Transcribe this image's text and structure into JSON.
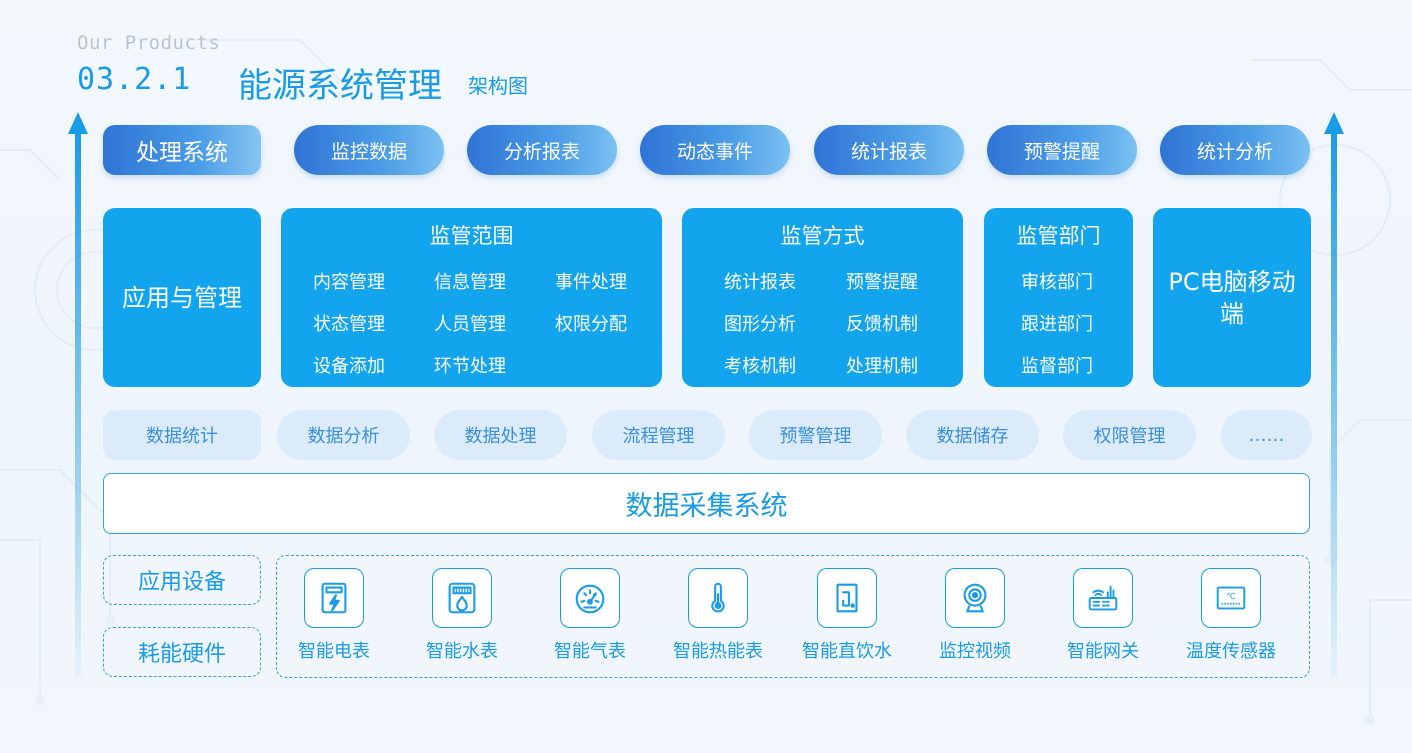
{
  "header": {
    "subtitle": "Our Products",
    "number": "03.2.1",
    "title": "能源系统管理",
    "tag": "架构图"
  },
  "row1": {
    "head": "处理系统",
    "items": [
      "监控数据",
      "分析报表",
      "动态事件",
      "统计报表",
      "预警提醒",
      "统计分析"
    ]
  },
  "row2": {
    "head": "应用与管理",
    "scope": {
      "title": "监管范围",
      "items": [
        "内容管理",
        "信息管理",
        "事件处理",
        "状态管理",
        "人员管理",
        "权限分配",
        "设备添加",
        "环节处理"
      ]
    },
    "method": {
      "title": "监管方式",
      "items": [
        "统计报表",
        "预警提醒",
        "图形分析",
        "反馈机制",
        "考核机制",
        "处理机制"
      ]
    },
    "dept": {
      "title": "监管部门",
      "items": [
        "审核部门",
        "跟进部门",
        "监督部门"
      ]
    },
    "terminal": "PC电脑移动端"
  },
  "row3": {
    "head": "数据统计",
    "items": [
      "数据分析",
      "数据处理",
      "流程管理",
      "预警管理",
      "数据储存",
      "权限管理",
      "……"
    ]
  },
  "collect": "数据采集系统",
  "row5": {
    "label_top": "应用设备",
    "label_bottom": "耗能硬件",
    "devices": [
      {
        "label": "智能电表",
        "icon": "electric-meter-icon"
      },
      {
        "label": "智能水表",
        "icon": "water-meter-icon"
      },
      {
        "label": "智能气表",
        "icon": "gas-meter-icon"
      },
      {
        "label": "智能热能表",
        "icon": "thermometer-icon"
      },
      {
        "label": "智能直饮水",
        "icon": "water-dispenser-icon"
      },
      {
        "label": "监控视频",
        "icon": "camera-icon"
      },
      {
        "label": "智能网关",
        "icon": "router-icon"
      },
      {
        "label": "温度传感器",
        "icon": "temperature-sensor-icon"
      }
    ]
  },
  "colors": {
    "primary": "#1a9be5",
    "card": "#12a4ec",
    "pill_light": "#dcebfa"
  }
}
